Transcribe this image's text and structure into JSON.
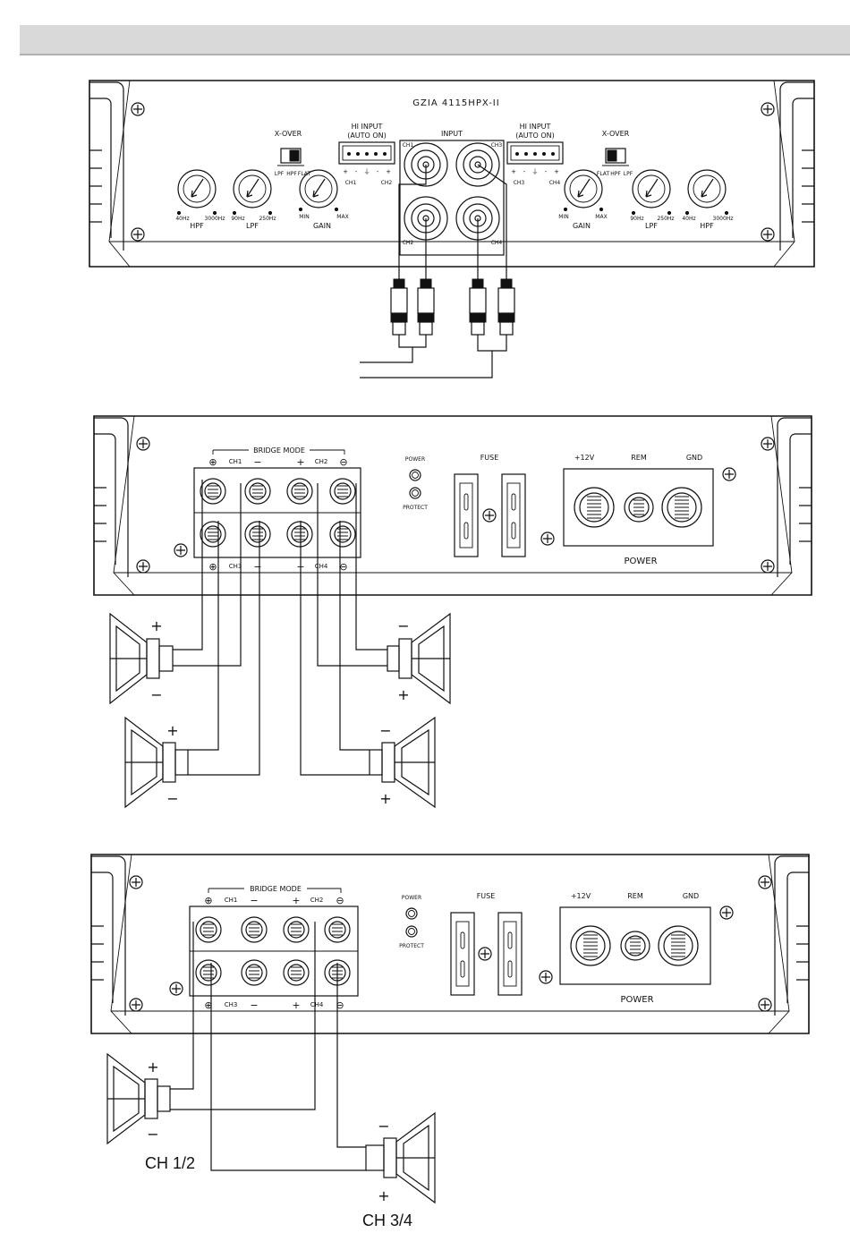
{
  "header": {
    "background": "#d9d9d9"
  },
  "input_panel": {
    "model": "GZIA 4115HPX-II",
    "xover_left": {
      "title": "X-OVER",
      "options": [
        "LPF",
        "HPF",
        "FLAT"
      ]
    },
    "xover_right": {
      "title": "X-OVER",
      "options": [
        "FLAT",
        "HPF",
        "LPF"
      ]
    },
    "hi_input_left": {
      "title1": "HI  INPUT",
      "title2": "(AUTO ON)",
      "pins": [
        "+",
        "-",
        "⏚",
        "-",
        "+"
      ],
      "ch_a": "CH1",
      "ch_b": "CH2"
    },
    "hi_input_right": {
      "title1": "HI  INPUT",
      "title2": "(AUTO ON)",
      "pins": [
        "+",
        "-",
        "⏚",
        "-",
        "+"
      ],
      "ch_a": "CH3",
      "ch_b": "CH4"
    },
    "input_title": "INPUT",
    "rca_labels": [
      "CH1",
      "CH3",
      "CH2",
      "CH4"
    ],
    "knobs_left": [
      {
        "name": "HPF",
        "min": "40Hz",
        "max": "3000Hz"
      },
      {
        "name": "LPF",
        "min": "90Hz",
        "max": "250Hz"
      },
      {
        "name": "GAIN",
        "min": "MIN",
        "max": "MAX"
      }
    ],
    "knobs_right": [
      {
        "name": "GAIN",
        "min": "MIN",
        "max": "MAX"
      },
      {
        "name": "LPF",
        "min": "90Hz",
        "max": "250Hz"
      },
      {
        "name": "HPF",
        "min": "40Hz",
        "max": "3000Hz"
      }
    ]
  },
  "power_panel": {
    "bridge_mode": "BRIDGE MODE",
    "top_labels": [
      "⊕",
      "CH1",
      "−",
      "+",
      "CH2",
      "⊖"
    ],
    "bottom_labels": [
      "⊕",
      "CH3",
      "−",
      "+",
      "CH4",
      "⊖"
    ],
    "led_power": "POWER",
    "led_protect": "PROTECT",
    "fuse": "FUSE",
    "terminals": [
      "+12V",
      "REM",
      "GND"
    ],
    "power_title": "POWER"
  },
  "speaker_signs": {
    "plus": "+",
    "minus": "−"
  },
  "bridge_captions": {
    "left": "CH 1/2",
    "right": "CH 3/4"
  }
}
